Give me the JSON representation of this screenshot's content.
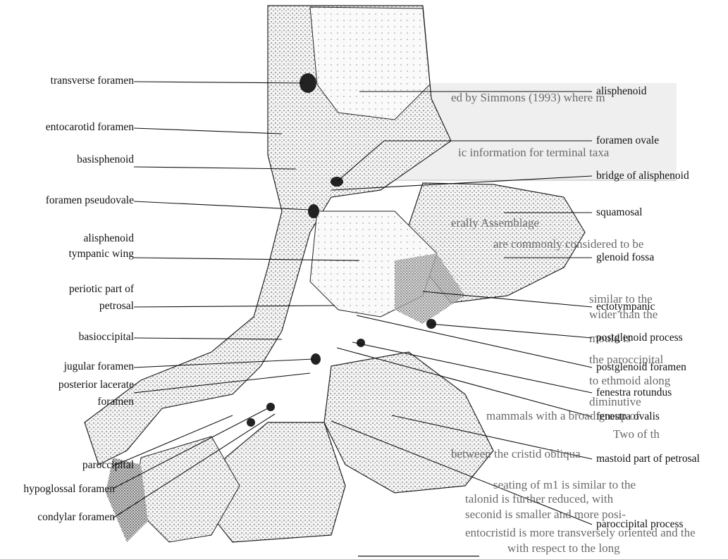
{
  "labels_left": [
    {
      "id": "transverse-foramen",
      "text": "transverse foramen"
    },
    {
      "id": "entocarotid-foramen",
      "text": "entocarotid foramen"
    },
    {
      "id": "basisphenoid",
      "text": "basisphenoid"
    },
    {
      "id": "foramen-pseudovale",
      "text": "foramen pseudovale"
    },
    {
      "id": "alisphenoid-left",
      "text": "alisphenoid"
    },
    {
      "id": "tympanic-wing",
      "text": "tympanic wing"
    },
    {
      "id": "periotic-part-of",
      "text": "periotic part of"
    },
    {
      "id": "petrosal",
      "text": "petrosal"
    },
    {
      "id": "basioccipital",
      "text": "basioccipital"
    },
    {
      "id": "jugular-foramen",
      "text": "jugular foramen"
    },
    {
      "id": "posterior-lacerate",
      "text": "posterior lacerate"
    },
    {
      "id": "foramen",
      "text": "foramen"
    },
    {
      "id": "paroccipital",
      "text": "paroccipital"
    },
    {
      "id": "hypoglossal-foramen",
      "text": "hypoglossal foramen"
    },
    {
      "id": "condylar-foramen",
      "text": "condylar foramen"
    }
  ],
  "labels_right": [
    {
      "id": "alisphenoid",
      "text": "alisphenoid"
    },
    {
      "id": "foramen-ovale",
      "text": "foramen ovale"
    },
    {
      "id": "bridge-of-alisphenoid",
      "text": "bridge of alisphenoid"
    },
    {
      "id": "squamosal",
      "text": "squamosal"
    },
    {
      "id": "glenoid-fossa",
      "text": "glenoid fossa"
    },
    {
      "id": "ectotympanic",
      "text": "ectotympanic"
    },
    {
      "id": "postglenoid-process",
      "text": "postglenoid process"
    },
    {
      "id": "postglenoid-foramen",
      "text": "postglenoid foramen"
    },
    {
      "id": "fenestra-rotundus",
      "text": "fenestra rotundus"
    },
    {
      "id": "fenestra-ovalis",
      "text": "fenestra ovalis"
    },
    {
      "id": "mastoid-part-of-petrosal",
      "text": "mastoid part of petrosal"
    },
    {
      "id": "paroccipital-process",
      "text": "paroccipital process"
    }
  ],
  "background_text": [
    "ed by Simmons (1993) where m",
    "ic information for terminal taxa",
    "similar to the",
    "wider than the",
    "mould is",
    "the paroccipital",
    "to ethmoid along",
    "diminutive",
    "erally Assemblage",
    "are commonly considered to be",
    "mammals with a broad group of",
    "Two of th",
    "between the cristid obliqua",
    "seating of m1 is similar to the",
    "talonid is further reduced, with",
    "seconid is smaller and more posi-",
    "entocristid is more transversely oriented and the",
    "with respect to the long"
  ]
}
